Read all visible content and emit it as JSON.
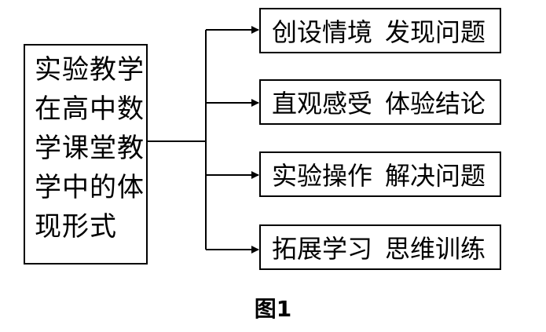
{
  "main_box": {
    "lines": [
      "实验教学",
      "在高中数",
      "学课堂教",
      "学中的体",
      "现形式"
    ]
  },
  "steps": [
    {
      "a": "创设情境",
      "b": "发现问题"
    },
    {
      "a": "直观感受",
      "b": "体验结论"
    },
    {
      "a": "实验操作",
      "b": "解决问题"
    },
    {
      "a": "拓展学习",
      "b": "思维训练"
    }
  ],
  "caption": "图1"
}
